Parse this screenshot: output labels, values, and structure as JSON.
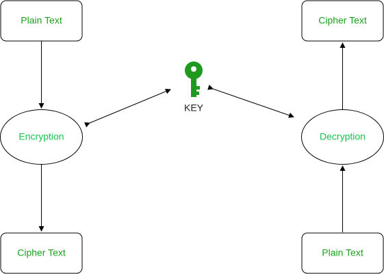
{
  "colors": {
    "node_text": "#1aa11a",
    "ellipse_text": "#19c24f",
    "stroke": "#000000",
    "key": "#1f9a1f"
  },
  "nodes": {
    "left_top": {
      "label": "Plain Text"
    },
    "left_ellipse": {
      "label": "Encryption"
    },
    "left_bottom": {
      "label": "Cipher Text"
    },
    "right_top": {
      "label": "Cipher Text"
    },
    "right_ellipse": {
      "label": "Decryption"
    },
    "right_bottom": {
      "label": "Plain Text"
    }
  },
  "key": {
    "icon": "key-icon",
    "label": "KEY"
  }
}
